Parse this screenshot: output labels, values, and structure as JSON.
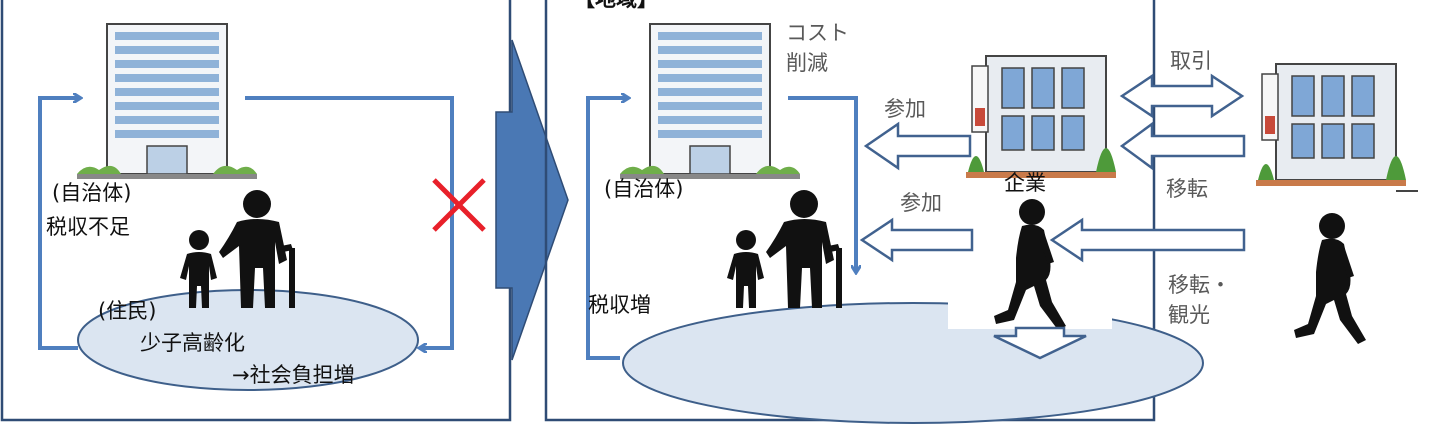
{
  "left_panel": {
    "government_label": "(自治体)",
    "tax_shortage": "税収不足",
    "residents_label": "(住民)",
    "aging": "少子高齢化",
    "burden": "→社会負担増",
    "cross_color": "#e8202a"
  },
  "right_panel": {
    "region_label": "【地域】",
    "cost_line1": "コスト",
    "cost_line2": "削減",
    "government_label": "(自治体)",
    "tax_increase": "税収増",
    "participate_company": "参加",
    "participate_person": "参加",
    "company_label": "企業",
    "trade_label": "取引",
    "relocate_label": "移転",
    "relocate_tourism_line1": "移転・",
    "relocate_tourism_line2": "観光"
  },
  "colors": {
    "frame": "#2f4c75",
    "flow_arrow": "#4f7fbf",
    "big_arrow": "#4a78b4",
    "ellipse_fill": "#dbe5f1",
    "ellipse_stroke": "#3e5f8a",
    "hollow_arrow_stroke": "#41628f",
    "silhouette": "#111111"
  }
}
